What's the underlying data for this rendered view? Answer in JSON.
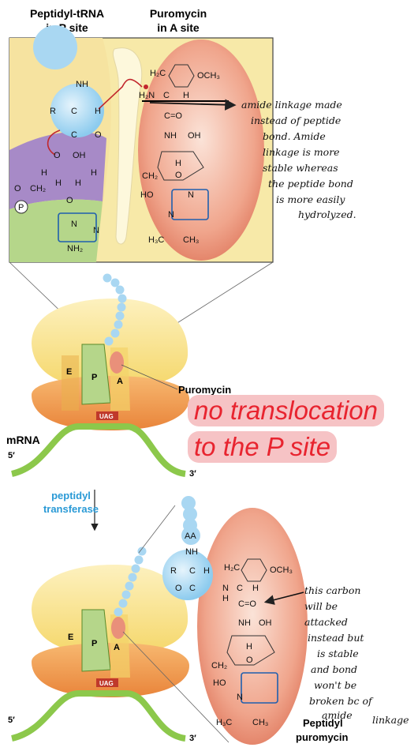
{
  "top_panel": {
    "header_left": [
      "Peptidyl-tRNA",
      "in P site"
    ],
    "header_right": [
      "Puromycin",
      "in A site"
    ]
  },
  "chem": {
    "nh": "NH",
    "r": "R",
    "c": "C",
    "h": "H",
    "o": "O",
    "oh": "OH",
    "ch2": "CH₂",
    "h2c": "H₂C",
    "h2n": "H₂N",
    "och3": "OCH₃",
    "ho": "HO",
    "nh2": "NH₂",
    "n": "N",
    "nh_bond": "NH",
    "p": "P",
    "h3c": "H₃C",
    "ch3": "CH₃",
    "aa": "AA",
    "ch2o": "CH₂",
    "double": "C=O"
  },
  "annotations": {
    "amide_note": [
      "amide linkage made",
      "instead of peptide",
      "bond. Amide",
      "linkage is more",
      "stable whereas",
      "the peptide bond",
      "is more easily",
      "hydrolyzed."
    ],
    "carbon_note": [
      "this carbon",
      "will be",
      "attacked",
      "instead but",
      "is stable",
      "and bond",
      "won't be",
      "broken bc of",
      "amide",
      "linkage"
    ]
  },
  "ribosome": {
    "site_e": "E",
    "site_p": "P",
    "site_a": "A",
    "stop_codon": "UAG",
    "mrna_label": "mRNA",
    "five_prime": "5′",
    "three_prime": "3′",
    "puromycin_label": "Puromycin"
  },
  "callout": {
    "line1": "no translocation",
    "line2": "to the P site"
  },
  "arrow_label": [
    "peptidyl",
    "transferase"
  ],
  "bottom": {
    "label": [
      "Peptidyl",
      "puromycin"
    ],
    "five_prime": "5′",
    "three_prime": "3′"
  },
  "colors": {
    "blue": "#a9d7f2",
    "tan": "#f6e3a0",
    "purple": "#a78ac7",
    "green": "#b5d68a",
    "red_oval": "#e9907a",
    "ribo_yellow": "#f7e48c",
    "ribo_orange": "#f0a04c",
    "mrna_green": "#8cc84b",
    "callout_text": "#e8242f",
    "callout_bg": "#f6c3c5",
    "label_blue": "#2a9ad6"
  }
}
